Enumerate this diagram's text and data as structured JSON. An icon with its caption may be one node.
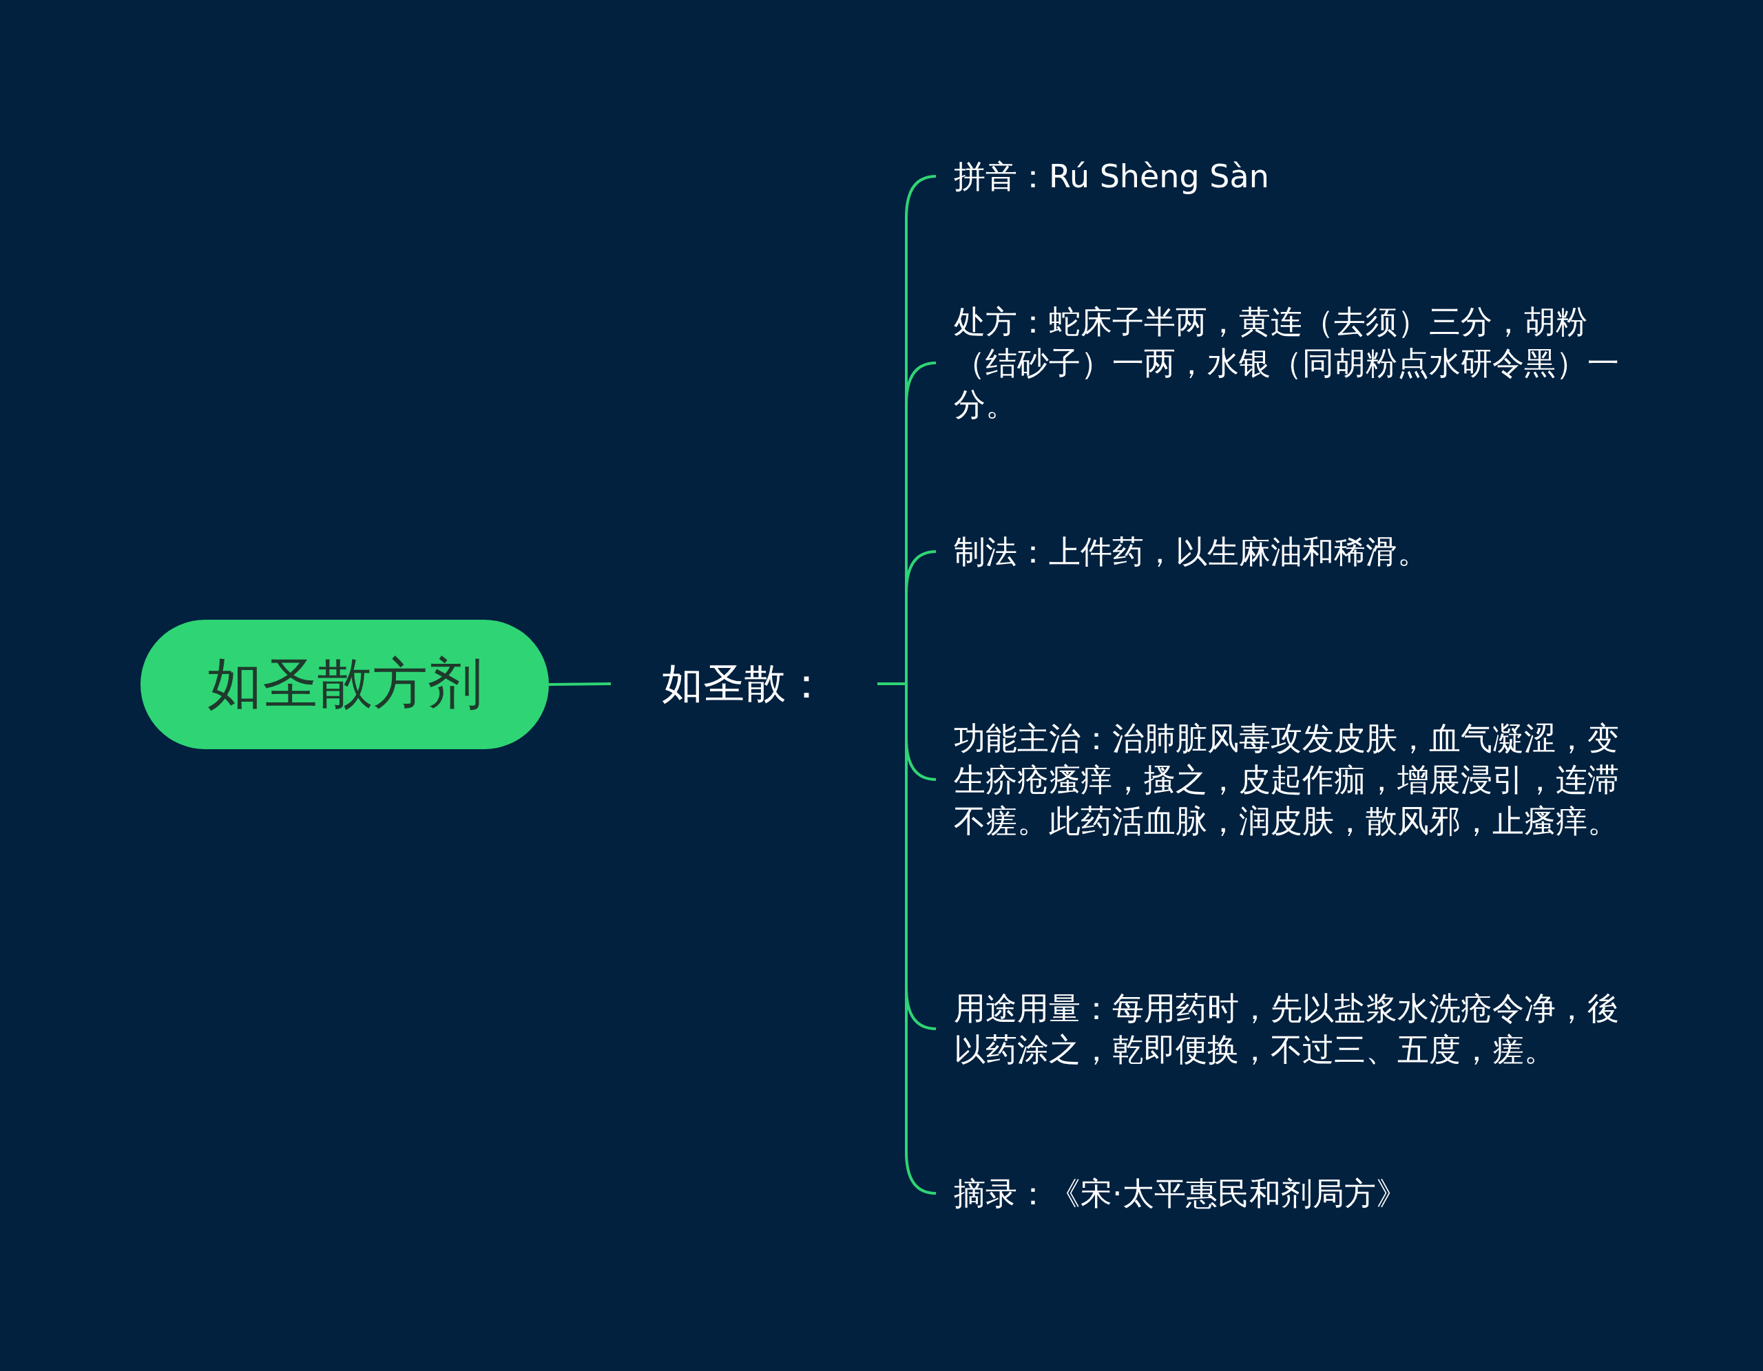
{
  "diagram": {
    "nodes": [
      {
        "text": [
          "如圣散方剂"
        ]
      },
      {
        "text": [
          "如圣散："
        ]
      },
      {
        "text": [
          "拼音：Rú Shèng Sàn"
        ]
      },
      {
        "text": [
          "处方：蛇床子半两，黄连（去须）三分，胡粉（结砂子）一两，水银（同胡粉点水研令黑）一分。"
        ]
      },
      {
        "text": [
          "制法：上件药，以生麻油和稀滑。"
        ]
      },
      {
        "text": [
          "功能主治：治肺脏风毒攻发皮肤，血气凝涩，变生疥疮瘙痒，搔之，皮起作痂，增展浸引，连滞不瘥。此药活血脉，润皮肤，散风邪，止瘙痒。"
        ]
      },
      {
        "text": [
          "用途用量：每用药时，先以盐浆水洗疮令净，後以药涂之，乾即便换，不过三、五度，瘥。"
        ]
      },
      {
        "text": [
          "摘录：《宋·太平惠民和剂局方》"
        ]
      }
    ],
    "edges": [
      {
        "from": 0,
        "to": 1,
        "arrow": "none"
      },
      {
        "from": 1,
        "to": 2,
        "arrow": "none"
      },
      {
        "from": 1,
        "to": 3,
        "arrow": "none"
      },
      {
        "from": 1,
        "to": 4,
        "arrow": "none"
      },
      {
        "from": 1,
        "to": 5,
        "arrow": "none"
      },
      {
        "from": 1,
        "to": 6,
        "arrow": "none"
      },
      {
        "from": 1,
        "to": 7,
        "arrow": "none"
      }
    ]
  }
}
